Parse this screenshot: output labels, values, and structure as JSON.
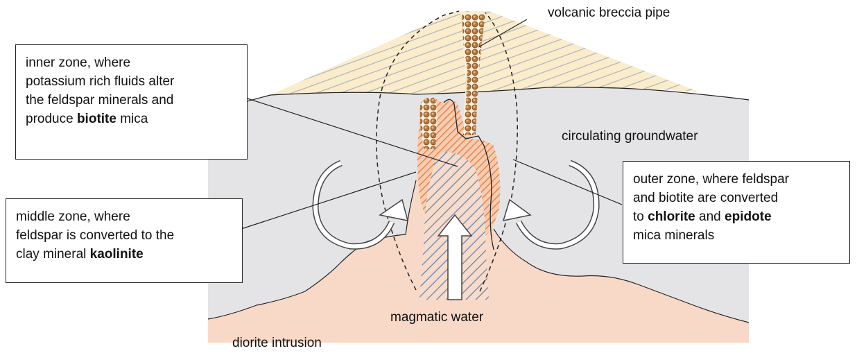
{
  "labels": {
    "volcanic_breccia_pipe": "volcanic breccia pipe",
    "circulating_groundwater": "circulating groundwater",
    "magmatic_water": "magmatic water",
    "diorite_intrusion": "diorite intrusion"
  },
  "inner_zone": {
    "line1": "inner zone, where",
    "line2": "potassium rich fluids alter",
    "line3": "the feldspar minerals and",
    "line4_pre": "produce ",
    "line4_bold": "biotite",
    "line4_post": " mica"
  },
  "middle_zone": {
    "line1": "middle zone, where",
    "line2": "feldspar is converted to the",
    "line3_pre": "clay mineral ",
    "line3_bold": "kaolinite"
  },
  "outer_zone": {
    "line1": "outer zone, where feldspar",
    "line2": "and biotite are  converted",
    "line3_pre": "to ",
    "line3_bold1": "chlorite",
    "line3_mid": " and ",
    "line3_bold2": "epidote",
    "line4": "mica minerals"
  },
  "colors": {
    "volcano_fill": "#fbeccb",
    "volcano_hatch": "#a9b4bc",
    "ground_fill": "#e4e4e6",
    "intrusion_fill": "#f8d9c8",
    "breccia_fill": "#fbeed3",
    "breccia_clast": "#b5773f",
    "inner_hatch": "#e9824f",
    "middle_hatch": "#7a8fb4",
    "outline": "#222222"
  }
}
